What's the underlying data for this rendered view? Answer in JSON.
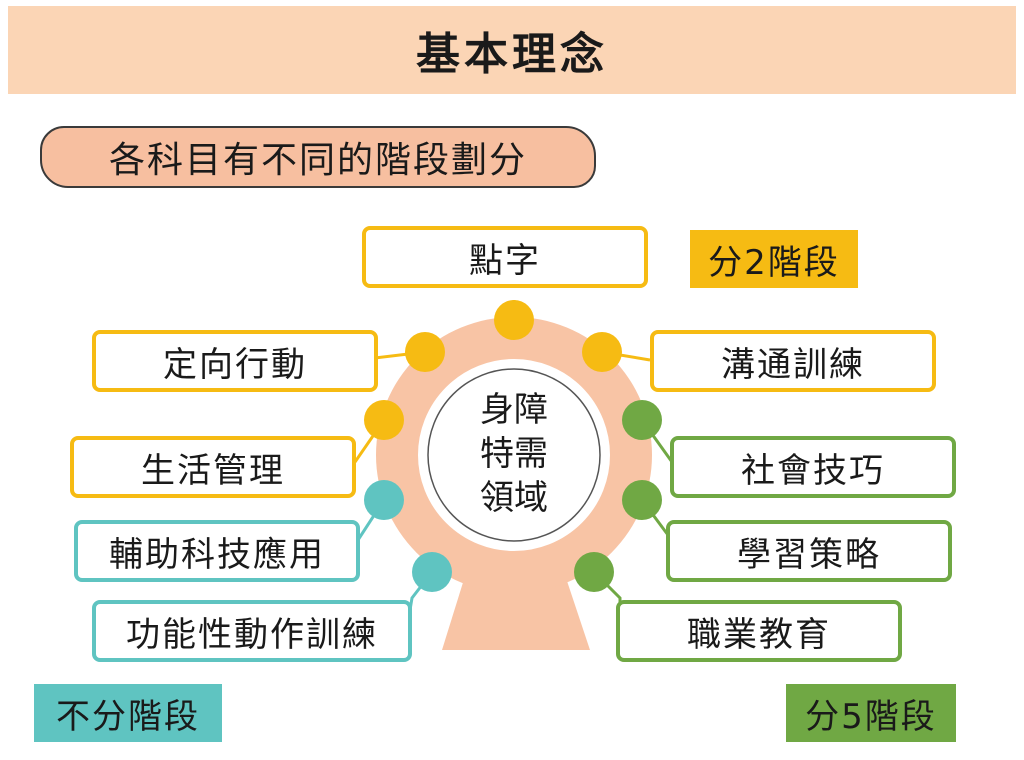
{
  "header": {
    "title": "基本理念"
  },
  "subtitle": "各科目有不同的階段劃分",
  "center": {
    "line1": "身障",
    "line2": "特需",
    "line3": "領域"
  },
  "subjects": {
    "braille": "點字",
    "communication": "溝通訓練",
    "orientation": "定向行動",
    "life_management": "生活管理",
    "social_skills": "社會技巧",
    "learning_strategies": "學習策略",
    "assistive_tech": "輔助科技應用",
    "vocational_education": "職業教育",
    "functional_movement": "功能性動作訓練"
  },
  "tags": {
    "two_stages": "分2階段",
    "five_stages": "分5階段",
    "no_stages": "不分階段"
  },
  "colors": {
    "two_stages": "#f6bb13",
    "five_stages": "#70a844",
    "no_stages": "#5fc4c1",
    "wheel": "#f8c4a5",
    "header": "#fbd5b5"
  }
}
